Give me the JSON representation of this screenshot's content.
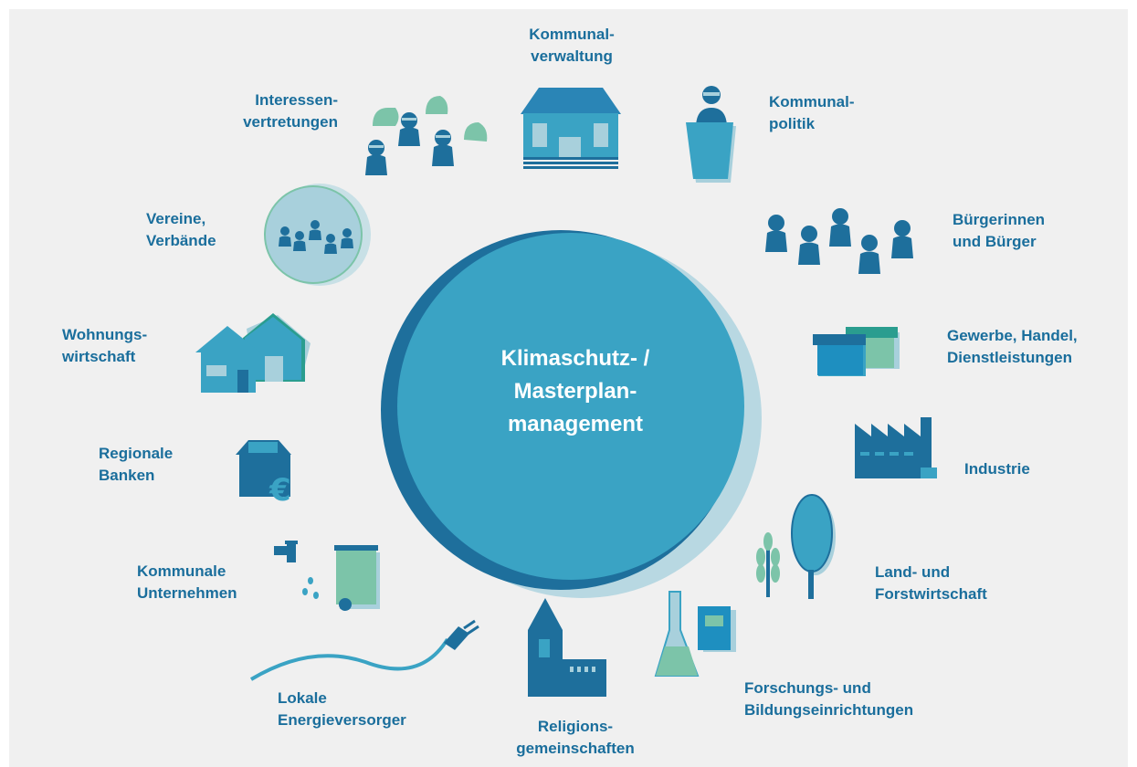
{
  "center": {
    "line1": "Klimaschutz- /",
    "line2": "Masterplan-",
    "line3": "management"
  },
  "stakeholders": {
    "kommunalverwaltung": [
      "Kommunal-",
      "verwaltung"
    ],
    "kommunalpolitik": [
      "Kommunal-",
      "politik"
    ],
    "buerger": [
      "Bürgerinnen",
      "und Bürger"
    ],
    "gewerbe": [
      "Gewerbe, Handel,",
      "Dienstleistungen"
    ],
    "industrie": [
      "Industrie"
    ],
    "landforst": [
      "Land- und",
      "Forstwirtschaft"
    ],
    "forschung": [
      "Forschungs- und",
      "Bildungseinrichtungen"
    ],
    "religion": [
      "Religions-",
      "gemeinschaften"
    ],
    "energie": [
      "Lokale",
      "Energieversorger"
    ],
    "kommunaleu": [
      "Kommunale",
      "Unternehmen"
    ],
    "banken": [
      "Regionale",
      "Banken"
    ],
    "wohnung": [
      "Wohnungs-",
      "wirtschaft"
    ],
    "vereine": [
      "Vereine,",
      "Verbände"
    ],
    "interessen": [
      "Interessen-",
      "vertretungen"
    ]
  },
  "colors": {
    "dark": "#1a6e9c",
    "mid": "#3aa3c4",
    "light": "#a8d0dc",
    "green": "#7cc4a9",
    "bg": "#f0f0f0"
  },
  "icons": [
    "town-hall-icon",
    "politician-icon",
    "citizens-icon",
    "shops-icon",
    "factory-icon",
    "tree-icon",
    "flask-book-icon",
    "church-icon",
    "power-plug-icon",
    "tap-bin-icon",
    "bank-euro-icon",
    "houses-icon",
    "clubs-circle-icon",
    "speech-people-icon"
  ]
}
